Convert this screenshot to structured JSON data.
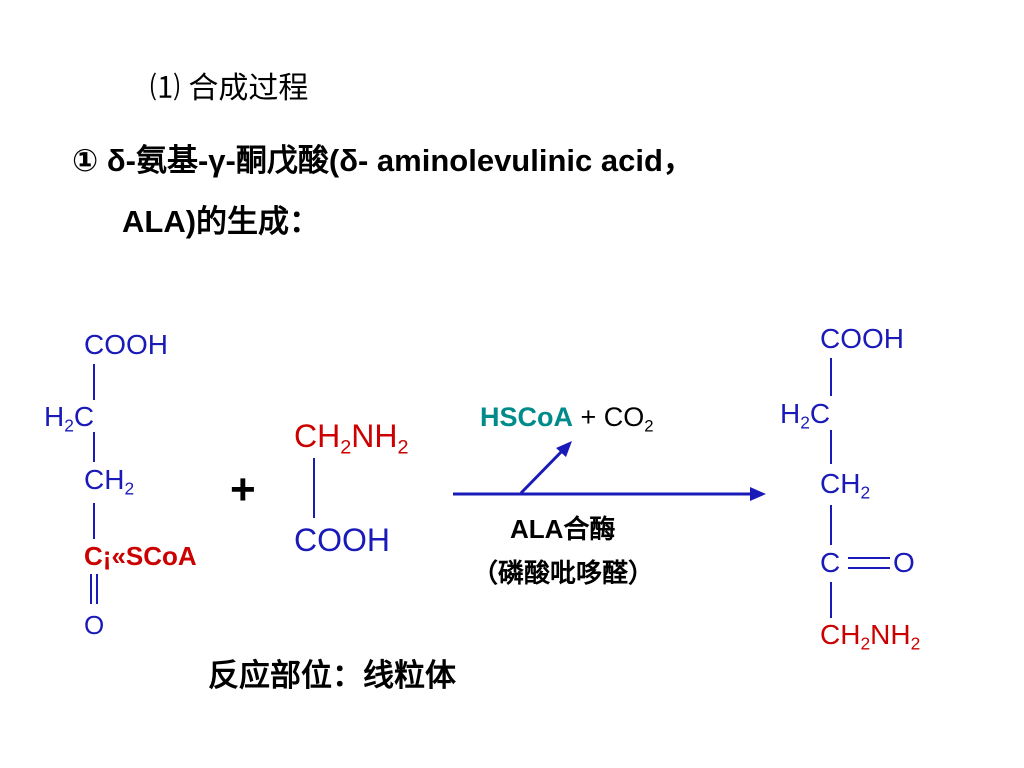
{
  "heading": {
    "section": "⑴ 合成过程",
    "item_line1": "①  δ-氨基-γ-酮戊酸(δ- aminolevulinic acid，",
    "item_line2": "ALA)的生成："
  },
  "succinyl_coa": {
    "cooh": "COOH",
    "h2c_h": "H",
    "h2c_2": "2",
    "h2c_c": "C",
    "ch2_ch": "CH",
    "ch2_2": "2",
    "c_scoa_c": "C",
    "c_scoa_rest": "¡«SCoA",
    "o": "O"
  },
  "plus": "+",
  "glycine": {
    "ch": "CH",
    "ch_2": "2",
    "nh": "NH",
    "nh_2": "2",
    "cooh": "COOH"
  },
  "reaction": {
    "hscoa": "HSCoA",
    "plus_co": "+ CO",
    "co_2": "2",
    "enzyme": "ALA合酶",
    "cofactor": "（磷酸吡哆醛）"
  },
  "ala": {
    "cooh": "COOH",
    "h2c_h": "H",
    "h2c_2": "2",
    "h2c_c": "C",
    "ch2_ch": "CH",
    "ch2_2": "2",
    "c": "C",
    "o": "O",
    "ch": "CH",
    "ch_2": "2",
    "nh": "NH",
    "nh_2": "2"
  },
  "location": "反应部位：线粒体",
  "colors": {
    "structure": "#1a1ab8",
    "highlight": "#cc0000",
    "byproduct": "#008b8b",
    "text": "#000000"
  }
}
